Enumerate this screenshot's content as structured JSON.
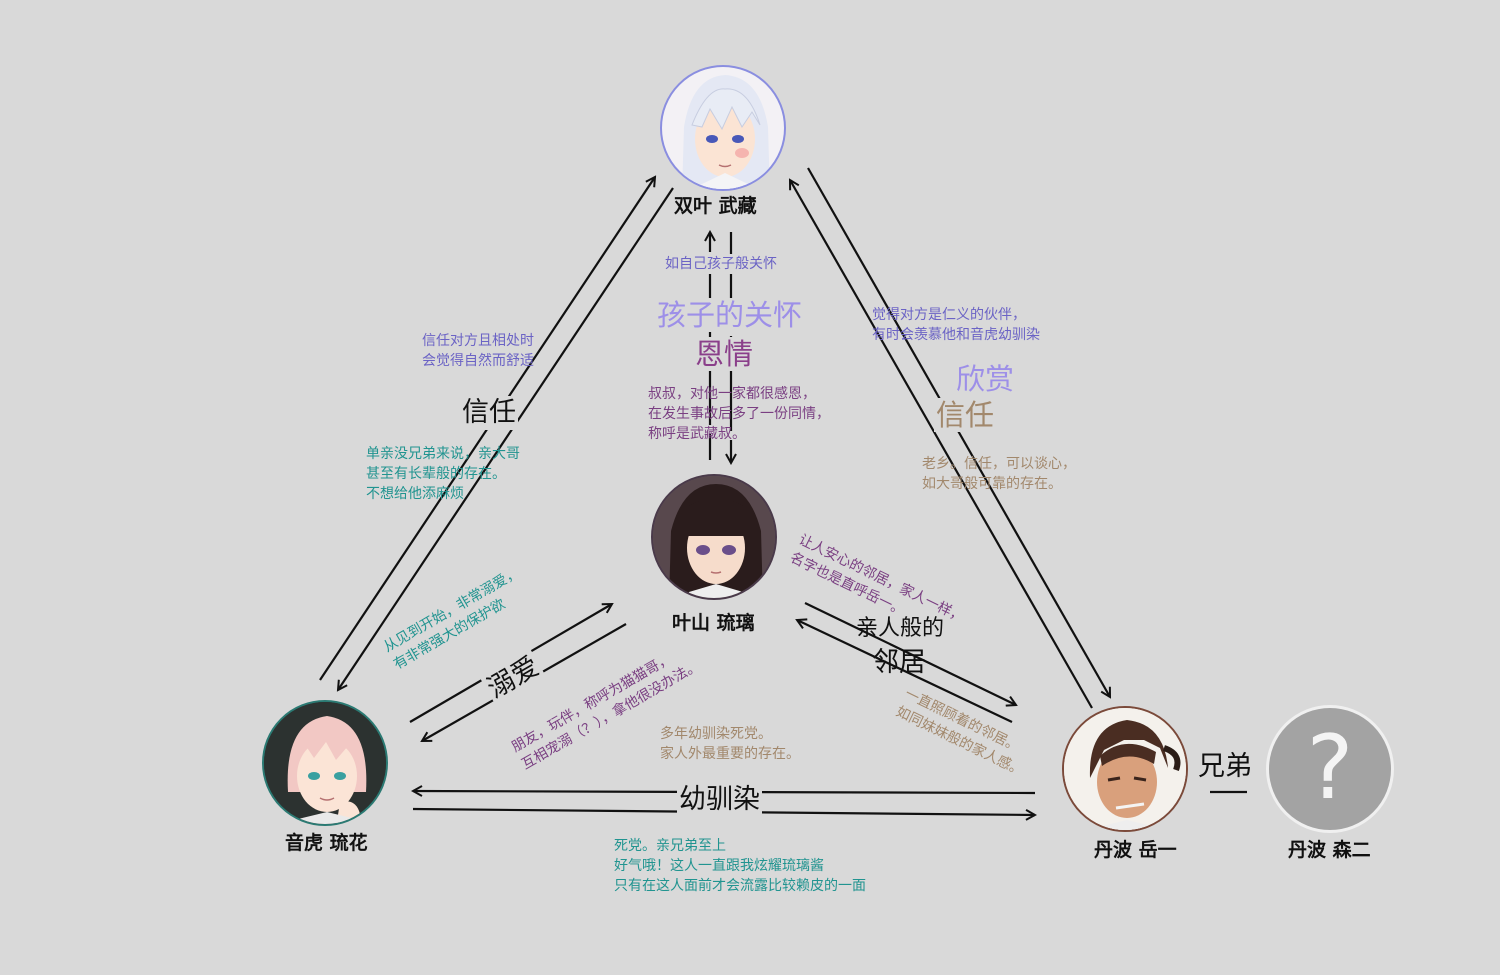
{
  "characters": {
    "musashi": {
      "name": "双叶  武藏",
      "hair": "#e8ecf5",
      "skin": "#fbe4d4",
      "ring": "#8a8ee0"
    },
    "ruri": {
      "name": "叶山  琉璃",
      "hair": "#2a1c1c",
      "skin": "#f6dccb",
      "ring": "#4a3a4a"
    },
    "ruka": {
      "name": "音虎  琉花",
      "hair": "#f2c8c4",
      "skin": "#fbe4d6",
      "ring": "#2b7a73"
    },
    "gakuichi": {
      "name": "丹波  岳一",
      "hair": "#4a2d22",
      "skin": "#d9a07c",
      "ring": "#7b4a3a"
    },
    "shinji": {
      "name": "丹波  森二",
      "symbol": "?",
      "fill": "#a3a3a3",
      "ring": "#f0f0f0"
    }
  },
  "relations": {
    "musashi_ruri": {
      "top_note": "如自己孩子般关怀",
      "label_a": "孩子的关怀",
      "label_b": "恩情",
      "bottom_note": "叔叔，对他一家都很感恩，\n在发生事故后多了一份同情，\n称呼是武藏叔。"
    },
    "ruka_musashi": {
      "top_note": "信任对方且相处时\n会觉得自然而舒适",
      "label": "信任",
      "bottom_note": "单亲没兄弟来说，亲大哥\n甚至有长辈般的存在。\n不想给他添麻烦"
    },
    "musashi_gakuichi": {
      "top_note": "觉得对方是仁义的伙伴，\n有时会羡慕他和音虎幼驯染",
      "label_a": "欣赏",
      "label_b": "信任",
      "bottom_note": "老乡。信任，可以谈心，\n如大哥般可靠的存在。"
    },
    "ruka_ruri": {
      "top_note": "从见到开始，非常溺爱，\n有非常强大的保护欲",
      "label": "溺爱",
      "bottom_note": "朋友，玩伴，称呼为猫猫哥，\n互相宠溺（？），拿他很没办法。"
    },
    "ruri_gakuichi": {
      "top_note": "让人安心的邻居，家人一样，\n名字也是直呼岳一。",
      "label_a": "亲人般的",
      "label_b": "邻居",
      "bottom_note": "一直照顾着的邻居。\n如同妹妹般的家人感。"
    },
    "ruka_gakuichi": {
      "top_note": "多年幼驯染死党。\n家人外最重要的存在。",
      "label": "幼驯染",
      "bottom_note": "死党。亲兄弟至上\n好气哦！这人一直跟我炫耀琉璃酱\n只有在这人面前才会流露比较赖皮的一面"
    },
    "brothers": {
      "label": "兄弟"
    }
  },
  "colors": {
    "background": "#d9d9d9",
    "arrow": "#111111",
    "purple": "#7a3f82",
    "blue": "#6b63c5",
    "teal": "#219490",
    "tan": "#a2886c",
    "lavender": "#9d8fe8"
  }
}
